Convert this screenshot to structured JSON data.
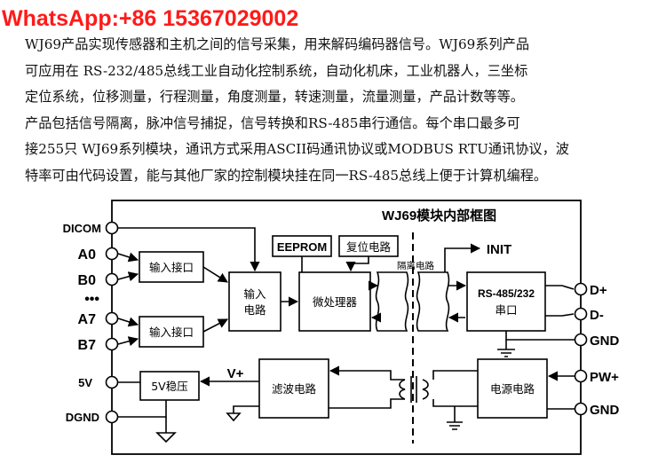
{
  "watermark": "WhatsApp:+86 15367029002",
  "paragraph": [
    "WJ69产品实现传感器和主机之间的信号采集，用来解码编码器信号。WJ69系列产品",
    "可应用在 RS-232/485总线工业自动化控制系统，自动化机床，工业机器人，三坐标",
    "定位系统，位移测量，行程测量，角度测量，转速测量，流量测量，产品计数等等。",
    "产品包括信号隔离，脉冲信号捕捉，信号转换和RS-485串行通信。每个串口最多可",
    "接255只 WJ69系列模块，通讯方式采用ASCII码通讯协议或MODBUS RTU通讯协议，波",
    "特率可由代码设置，能与其他厂家的控制模块挂在同一RS-485总线上便于计算机编程。"
  ],
  "diagram": {
    "title": "WJ69模块内部框图",
    "left_pins": {
      "dicom": "DICOM",
      "a0": "A0",
      "b0": "B0",
      "dots": "•••",
      "a7": "A7",
      "b7": "B7",
      "v5": "5V",
      "dgnd": "DGND"
    },
    "right_pins": {
      "dplus": "D+",
      "dminus": "D-",
      "gnd1": "GND",
      "pwplus": "PW+",
      "gnd2": "GND"
    },
    "blocks": {
      "input_port_1": "输入接口",
      "input_port_2": "输入接口",
      "input_circuit_line1": "输入",
      "input_circuit_line2": "电路",
      "eeprom": "EEPROM",
      "reset_circuit": "复位电路",
      "microprocessor": "微处理器",
      "isolation_circuit": "隔离电路",
      "init": "INIT",
      "rs485_line1": "RS-485/232",
      "rs485_line2": "串口",
      "regulator": "5V稳压",
      "vplus": "V+",
      "filter_circuit": "滤波电路",
      "power_circuit": "电源电路"
    }
  }
}
